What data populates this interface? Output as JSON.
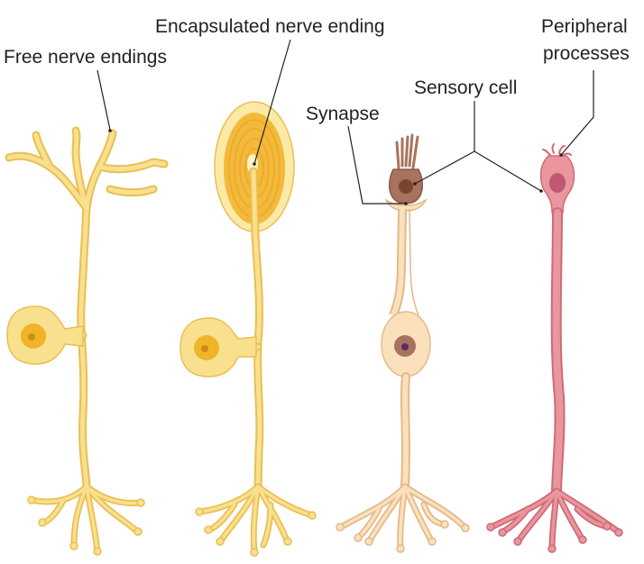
{
  "labels": {
    "free_nerve_endings": "Free nerve endings",
    "encapsulated_nerve_ending": "Encapsulated nerve ending",
    "synapse": "Synapse",
    "sensory_cell": "Sensory cell",
    "peripheral_line1": "Peripheral",
    "peripheral_line2": "processes"
  },
  "colors": {
    "yellow_fill": "#f9e08f",
    "yellow_stroke": "#e9bf52",
    "yellow_nucleus": "#f0b429",
    "capsule_fill": "#f3b93a",
    "capsule_outer": "#fbe9a6",
    "beige_fill": "#fbe1bb",
    "beige_stroke": "#e3b98a",
    "brown_cell": "#a8735e",
    "brown_nucleus": "#7a4530",
    "pink_fill": "#e9969e",
    "pink_stroke": "#cf6a76",
    "pink_nucleus": "#c05870",
    "leader_line": "#222222"
  }
}
